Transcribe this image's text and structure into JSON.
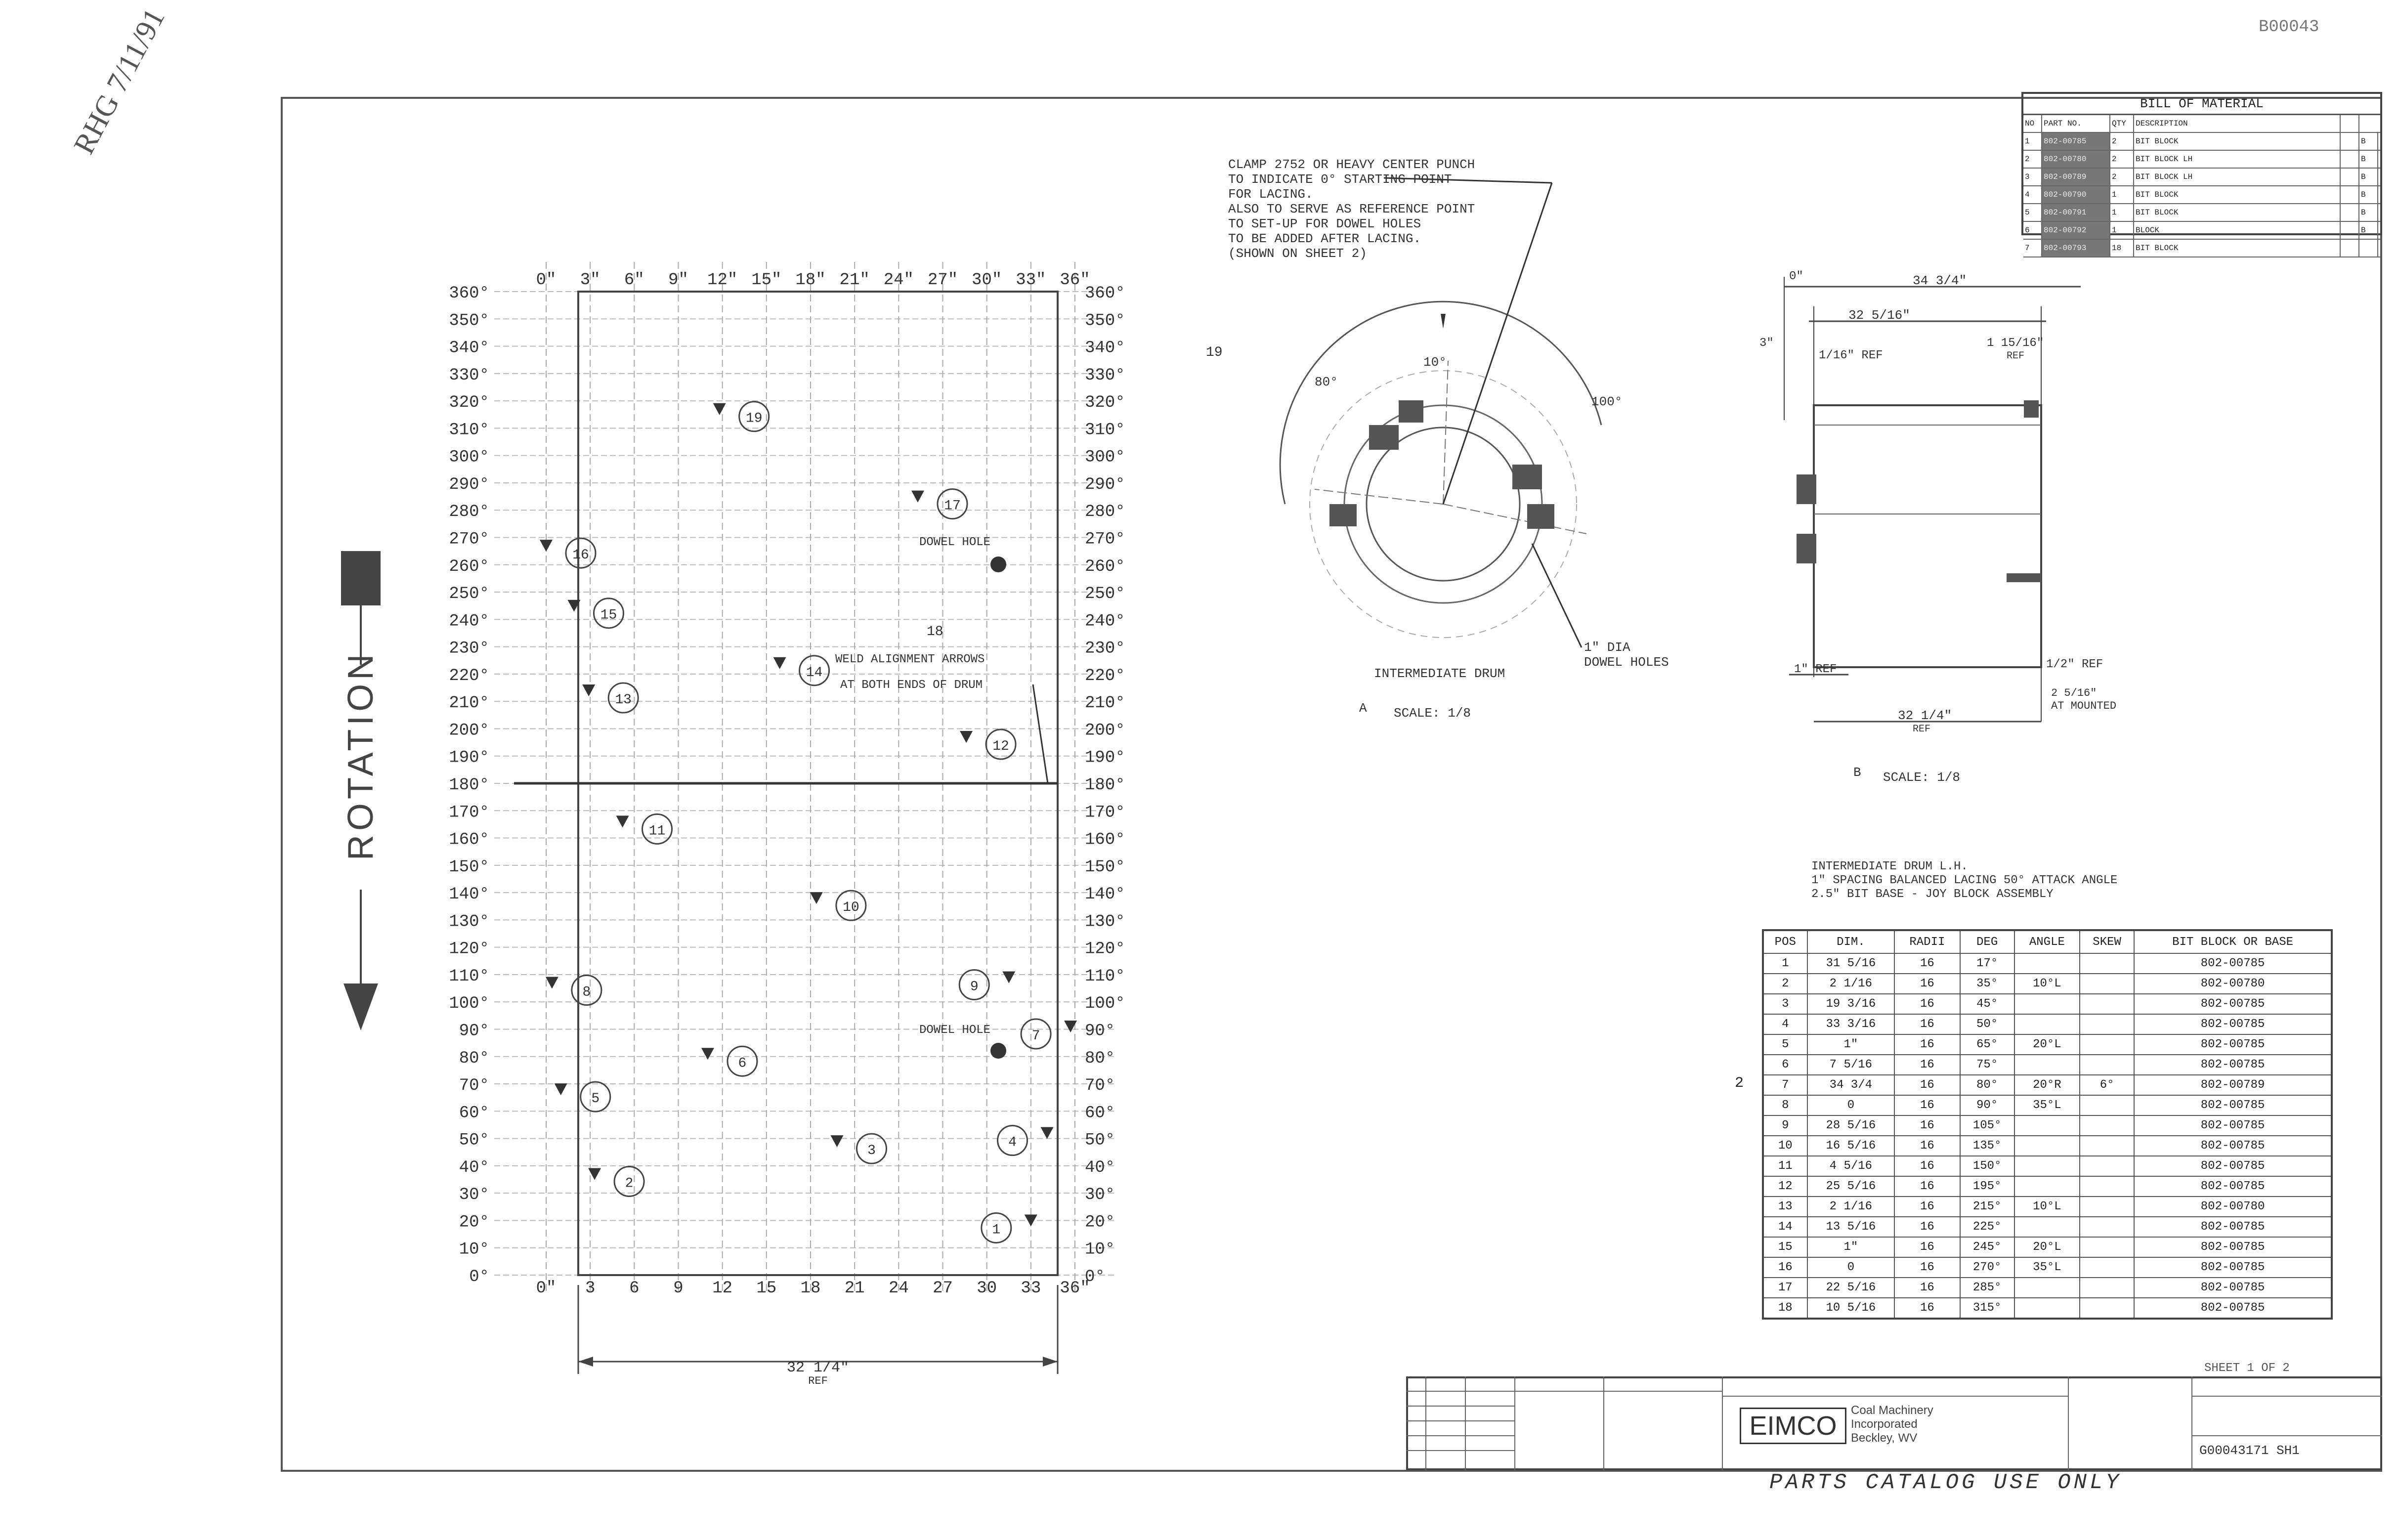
{
  "header": {
    "drawing_id": "B00043",
    "initials": "RHG 7/11/91",
    "footer": "PARTS CATALOG USE ONLY"
  },
  "grid": {
    "top_ticks": [
      "0\"",
      "3\"",
      "6\"",
      "9\"",
      "12\"",
      "15\"",
      "18\"",
      "21\"",
      "24\"",
      "27\"",
      "30\"",
      "33\"",
      "36\""
    ],
    "bottom_ticks": [
      "0\"",
      "3",
      "6",
      "9",
      "12",
      "15",
      "18",
      "21",
      "24",
      "27",
      "30",
      "33",
      "36\""
    ],
    "angle_labels": [
      "0°",
      "10°",
      "20°",
      "30°",
      "40°",
      "50°",
      "60°",
      "70°",
      "80°",
      "90°",
      "100°",
      "110°",
      "120°",
      "130°",
      "140°",
      "150°",
      "160°",
      "170°",
      "180°",
      "190°",
      "200°",
      "210°",
      "220°",
      "230°",
      "240°",
      "250°",
      "260°",
      "270°",
      "280°",
      "290°",
      "300°",
      "310°",
      "320°",
      "330°",
      "340°",
      "350°",
      "360°"
    ],
    "rotation_label": "ROTATION",
    "dowel_hole_1": "DOWEL HOLE",
    "dowel_hole_2": "DOWEL HOLE",
    "alignment_note_1": "WELD ALIGNMENT ARROWS",
    "alignment_note_2": "AT BOTH ENDS OF DRUM",
    "ref_18": "18",
    "width_dim": "32 1/4\"",
    "width_dim_sub": "REF",
    "bits": [
      {
        "n": "1",
        "x": 33.0,
        "a": 20
      },
      {
        "n": "2",
        "x": 3.3,
        "a": 37
      },
      {
        "n": "3",
        "x": 19.8,
        "a": 49
      },
      {
        "n": "4",
        "x": 34.1,
        "a": 52
      },
      {
        "n": "5",
        "x": 1.0,
        "a": 68
      },
      {
        "n": "6",
        "x": 11.0,
        "a": 81
      },
      {
        "n": "7",
        "x": 35.7,
        "a": 91
      },
      {
        "n": "8",
        "x": 0.4,
        "a": 107
      },
      {
        "n": "9",
        "x": 31.5,
        "a": 109
      },
      {
        "n": "10",
        "x": 18.4,
        "a": 138
      },
      {
        "n": "11",
        "x": 5.2,
        "a": 166
      },
      {
        "n": "12",
        "x": 28.6,
        "a": 197
      },
      {
        "n": "13",
        "x": 2.9,
        "a": 214
      },
      {
        "n": "14",
        "x": 15.9,
        "a": 224
      },
      {
        "n": "15",
        "x": 1.9,
        "a": 245
      },
      {
        "n": "16",
        "x": 0.0,
        "a": 267
      },
      {
        "n": "17",
        "x": 25.3,
        "a": 285
      },
      {
        "n": "19",
        "x": 11.8,
        "a": 317
      }
    ]
  },
  "intermediate_view": {
    "note": "CLAMP 2752 OR HEAVY CENTER PUNCH\nTO INDICATE 0° STARTING POINT\nFOR LACING.\nALSO TO SERVE AS REFERENCE POINT\nTO SET-UP FOR DOWEL HOLES\nTO BE ADDED AFTER LACING.\n(SHOWN ON SHEET 2)",
    "note_ref": "19",
    "angle_1": "10°",
    "angle_2": "100°",
    "angle_3": "80°",
    "dowel_note": "1\" DIA\nDOWEL HOLES",
    "title": "INTERMEDIATE DRUM",
    "scale": "SCALE: 1/8",
    "view_ref": "A"
  },
  "side_view": {
    "dim_top": "34 3/4\"",
    "dim_2": "32 5/16\"",
    "dim_3": "1 15/16\"",
    "dim_3_sub": "REF",
    "dim_4": "3\"",
    "dim_5": "1/16\" REF",
    "dim_bottom": "1\" REF",
    "dim_6": "32 1/4\"",
    "dim_6_sub": "REF",
    "dim_7": "1/2\" REF",
    "dim_8": "2 5/16\"\nAT MOUNTED",
    "scale": "SCALE: 1/8",
    "view_ref": "B",
    "zero": "0\""
  },
  "hole_table": {
    "caption": "INTERMEDIATE DRUM L.H.\n1\" SPACING BALANCED LACING 50° ATTACK ANGLE\n2.5\" BIT BASE - JOY BLOCK ASSEMBLY",
    "row_marker": "2",
    "headers": [
      "POS",
      "DIM.",
      "RADII",
      "DEG",
      "ANGLE",
      "SKEW",
      "BIT BLOCK OR BASE"
    ],
    "rows": [
      [
        "1",
        "31 5/16",
        "16",
        "17°",
        "",
        "",
        "802-00785"
      ],
      [
        "2",
        "2 1/16",
        "16",
        "35°",
        "10°L",
        "",
        "802-00780"
      ],
      [
        "3",
        "19 3/16",
        "16",
        "45°",
        "",
        "",
        "802-00785"
      ],
      [
        "4",
        "33 3/16",
        "16",
        "50°",
        "",
        "",
        "802-00785"
      ],
      [
        "5",
        "1\"",
        "16",
        "65°",
        "20°L",
        "",
        "802-00785"
      ],
      [
        "6",
        "7 5/16",
        "16",
        "75°",
        "",
        "",
        "802-00785"
      ],
      [
        "7",
        "34 3/4",
        "16",
        "80°",
        "20°R",
        "6°",
        "802-00789"
      ],
      [
        "8",
        "0",
        "16",
        "90°",
        "35°L",
        "",
        "802-00785"
      ],
      [
        "9",
        "28 5/16",
        "16",
        "105°",
        "",
        "",
        "802-00785"
      ],
      [
        "10",
        "16 5/16",
        "16",
        "135°",
        "",
        "",
        "802-00785"
      ],
      [
        "11",
        "4 5/16",
        "16",
        "150°",
        "",
        "",
        "802-00785"
      ],
      [
        "12",
        "25 5/16",
        "16",
        "195°",
        "",
        "",
        "802-00785"
      ],
      [
        "13",
        "2 1/16",
        "16",
        "215°",
        "10°L",
        "",
        "802-00780"
      ],
      [
        "14",
        "13 5/16",
        "16",
        "225°",
        "",
        "",
        "802-00785"
      ],
      [
        "15",
        "1\"",
        "16",
        "245°",
        "20°L",
        "",
        "802-00785"
      ],
      [
        "16",
        "0",
        "16",
        "270°",
        "35°L",
        "",
        "802-00785"
      ],
      [
        "17",
        "22 5/16",
        "16",
        "285°",
        "",
        "",
        "802-00785"
      ],
      [
        "18",
        "10 5/16",
        "16",
        "315°",
        "",
        "",
        "802-00785"
      ]
    ]
  },
  "bom": {
    "title": "BILL OF MATERIAL",
    "headers": [
      "NO",
      "PART NO.",
      "QTY",
      "DESCRIPTION",
      "",
      ""
    ],
    "rows": [
      [
        "1",
        "802-00785",
        "2",
        "BIT BLOCK",
        "",
        "B"
      ],
      [
        "2",
        "802-00780",
        "2",
        "BIT BLOCK LH",
        "",
        "B"
      ],
      [
        "3",
        "802-00789",
        "2",
        "BIT BLOCK LH",
        "",
        "B"
      ],
      [
        "4",
        "802-00790",
        "1",
        "BIT BLOCK",
        "",
        "B"
      ],
      [
        "5",
        "802-00791",
        "1",
        "BIT BLOCK",
        "",
        "B"
      ],
      [
        "6",
        "802-00792",
        "1",
        "BLOCK",
        "",
        "B"
      ],
      [
        "7",
        "802-00793",
        "18",
        "BIT BLOCK",
        "",
        ""
      ]
    ]
  },
  "title_block": {
    "logo": "EIMCO",
    "company": "Coal Machinery\nIncorporated\nBeckley, WV",
    "drawing_no": "G00043171 SH1",
    "sheet": "SHEET 1 OF 2"
  }
}
